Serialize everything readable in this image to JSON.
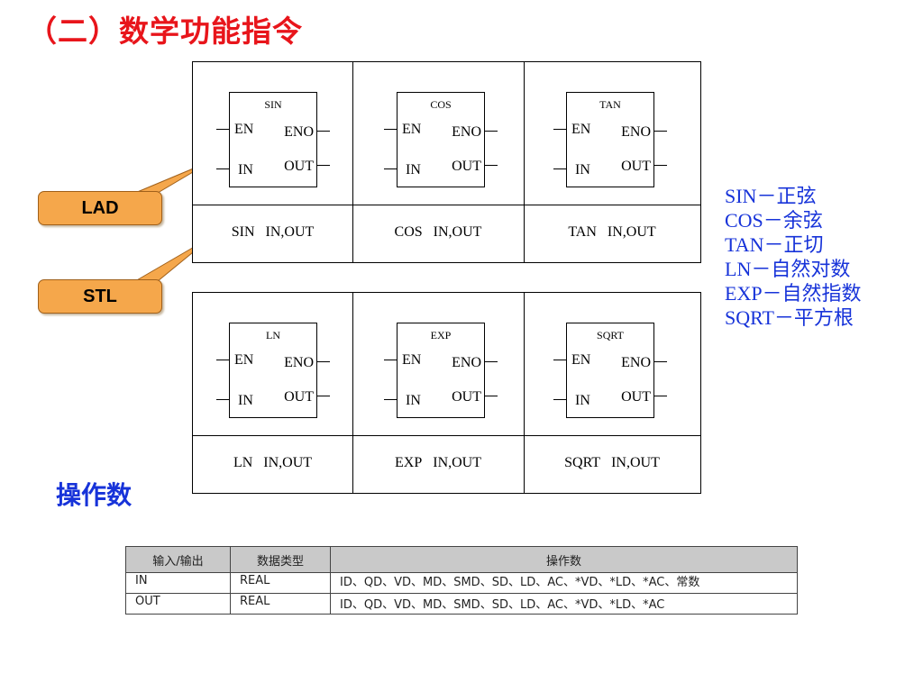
{
  "title": "（二）数学功能指令",
  "callouts": {
    "lad": "LAD",
    "stl": "STL"
  },
  "block_pins": {
    "en": "EN",
    "eno": "ENO",
    "in": "IN",
    "out": "OUT"
  },
  "blocks": [
    {
      "name": "SIN",
      "stl_op": "SIN",
      "stl_args": "IN,OUT"
    },
    {
      "name": "COS",
      "stl_op": "COS",
      "stl_args": "IN,OUT"
    },
    {
      "name": "TAN",
      "stl_op": "TAN",
      "stl_args": "IN,OUT"
    },
    {
      "name": "LN",
      "stl_op": "LN",
      "stl_args": "IN,OUT"
    },
    {
      "name": "EXP",
      "stl_op": "EXP",
      "stl_args": "IN,OUT"
    },
    {
      "name": "SQRT",
      "stl_op": "SQRT",
      "stl_args": "IN,OUT"
    }
  ],
  "function_list": [
    "SIN－正弦",
    "COS－余弦",
    "TAN－正切",
    "LN－自然对数",
    "EXP－自然指数",
    "SQRT－平方根"
  ],
  "operand_heading": "操作数",
  "operand_table": {
    "headers": [
      "输入/输出",
      "数据类型",
      "操作数"
    ],
    "rows": [
      [
        "IN",
        "REAL",
        "ID、QD、VD、MD、SMD、SD、LD、AC、*VD、*LD、*AC、常数"
      ],
      [
        "OUT",
        "REAL",
        "ID、QD、VD、MD、SMD、SD、LD、AC、*VD、*LD、*AC"
      ]
    ]
  },
  "colors": {
    "title": "#e8151b",
    "blue_text": "#1733d9",
    "callout_fill": "#f5a74b",
    "table_header": "#c9c9c9"
  }
}
